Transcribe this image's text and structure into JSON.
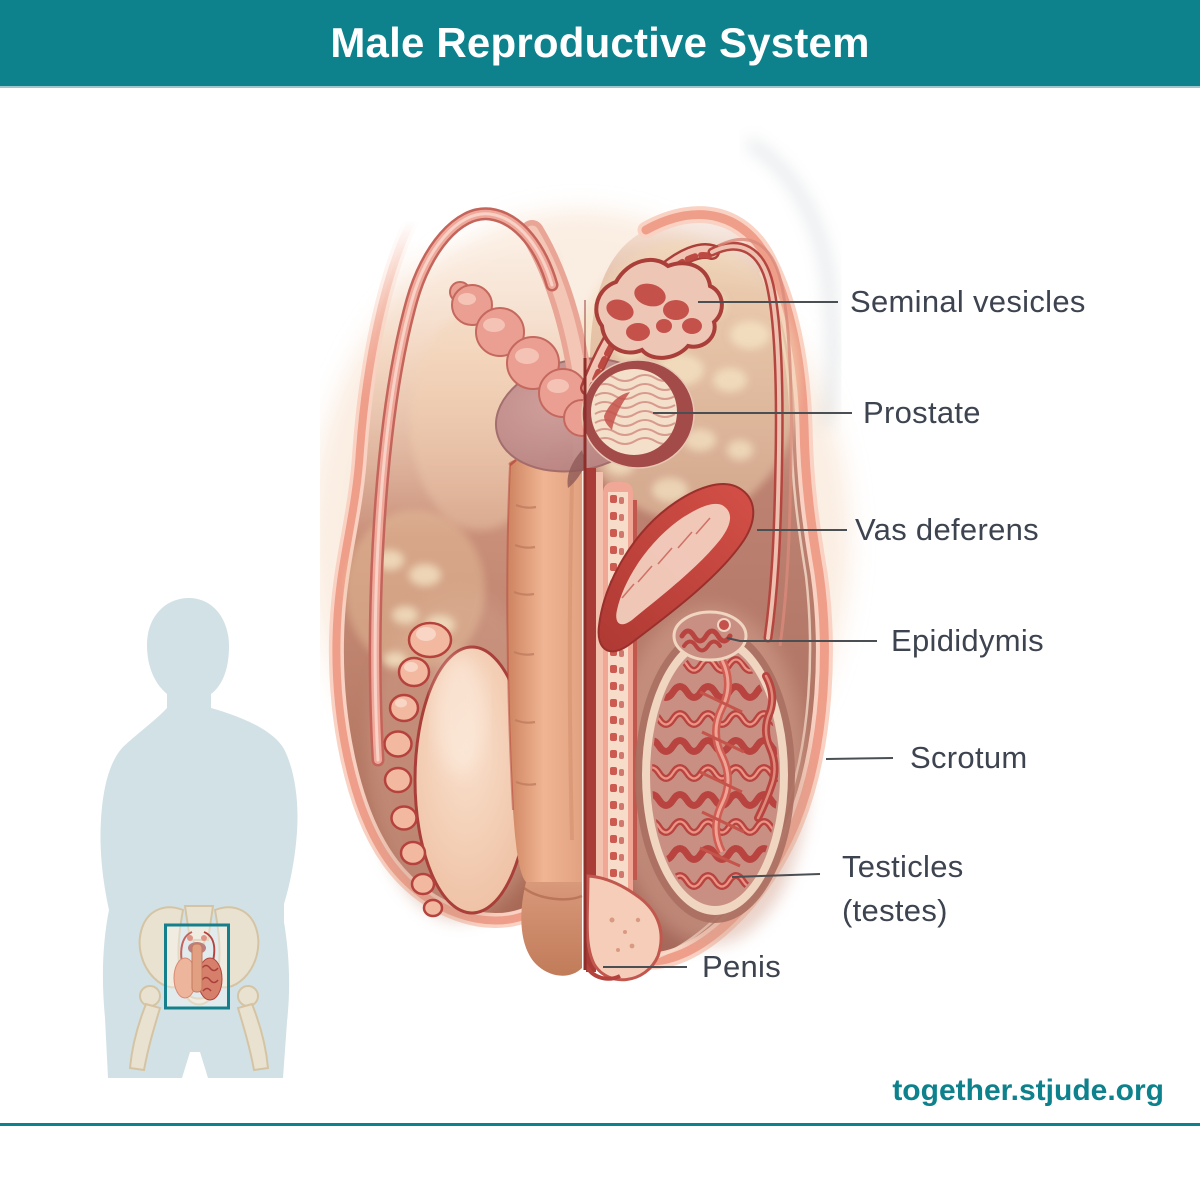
{
  "header": {
    "title": "Male Reproductive System",
    "background_color": "#0d818c",
    "text_color": "#ffffff"
  },
  "labels": [
    {
      "id": "seminal-vesicles",
      "text": "Seminal vesicles"
    },
    {
      "id": "prostate",
      "text": "Prostate"
    },
    {
      "id": "vas-deferens",
      "text": "Vas deferens"
    },
    {
      "id": "epididymis",
      "text": "Epididymis"
    },
    {
      "id": "scrotum",
      "text": "Scrotum"
    },
    {
      "id": "testicles",
      "text": "Testicles",
      "text2": "(testes)"
    },
    {
      "id": "penis",
      "text": "Penis"
    }
  ],
  "footer": {
    "website": "together.stjude.org",
    "divider_color": "#0d818c"
  },
  "colors": {
    "accent_teal": "#0d818c",
    "label_text": "#3d4450",
    "leader_line": "#4a4f54",
    "silhouette": "#d2e1e5",
    "inset_box": "#15808c"
  },
  "illustration": {
    "description": "Cut-away anatomical illustration of the male reproductive system",
    "inset_description": "Body silhouette with pelvis locating the reproductive organs"
  }
}
